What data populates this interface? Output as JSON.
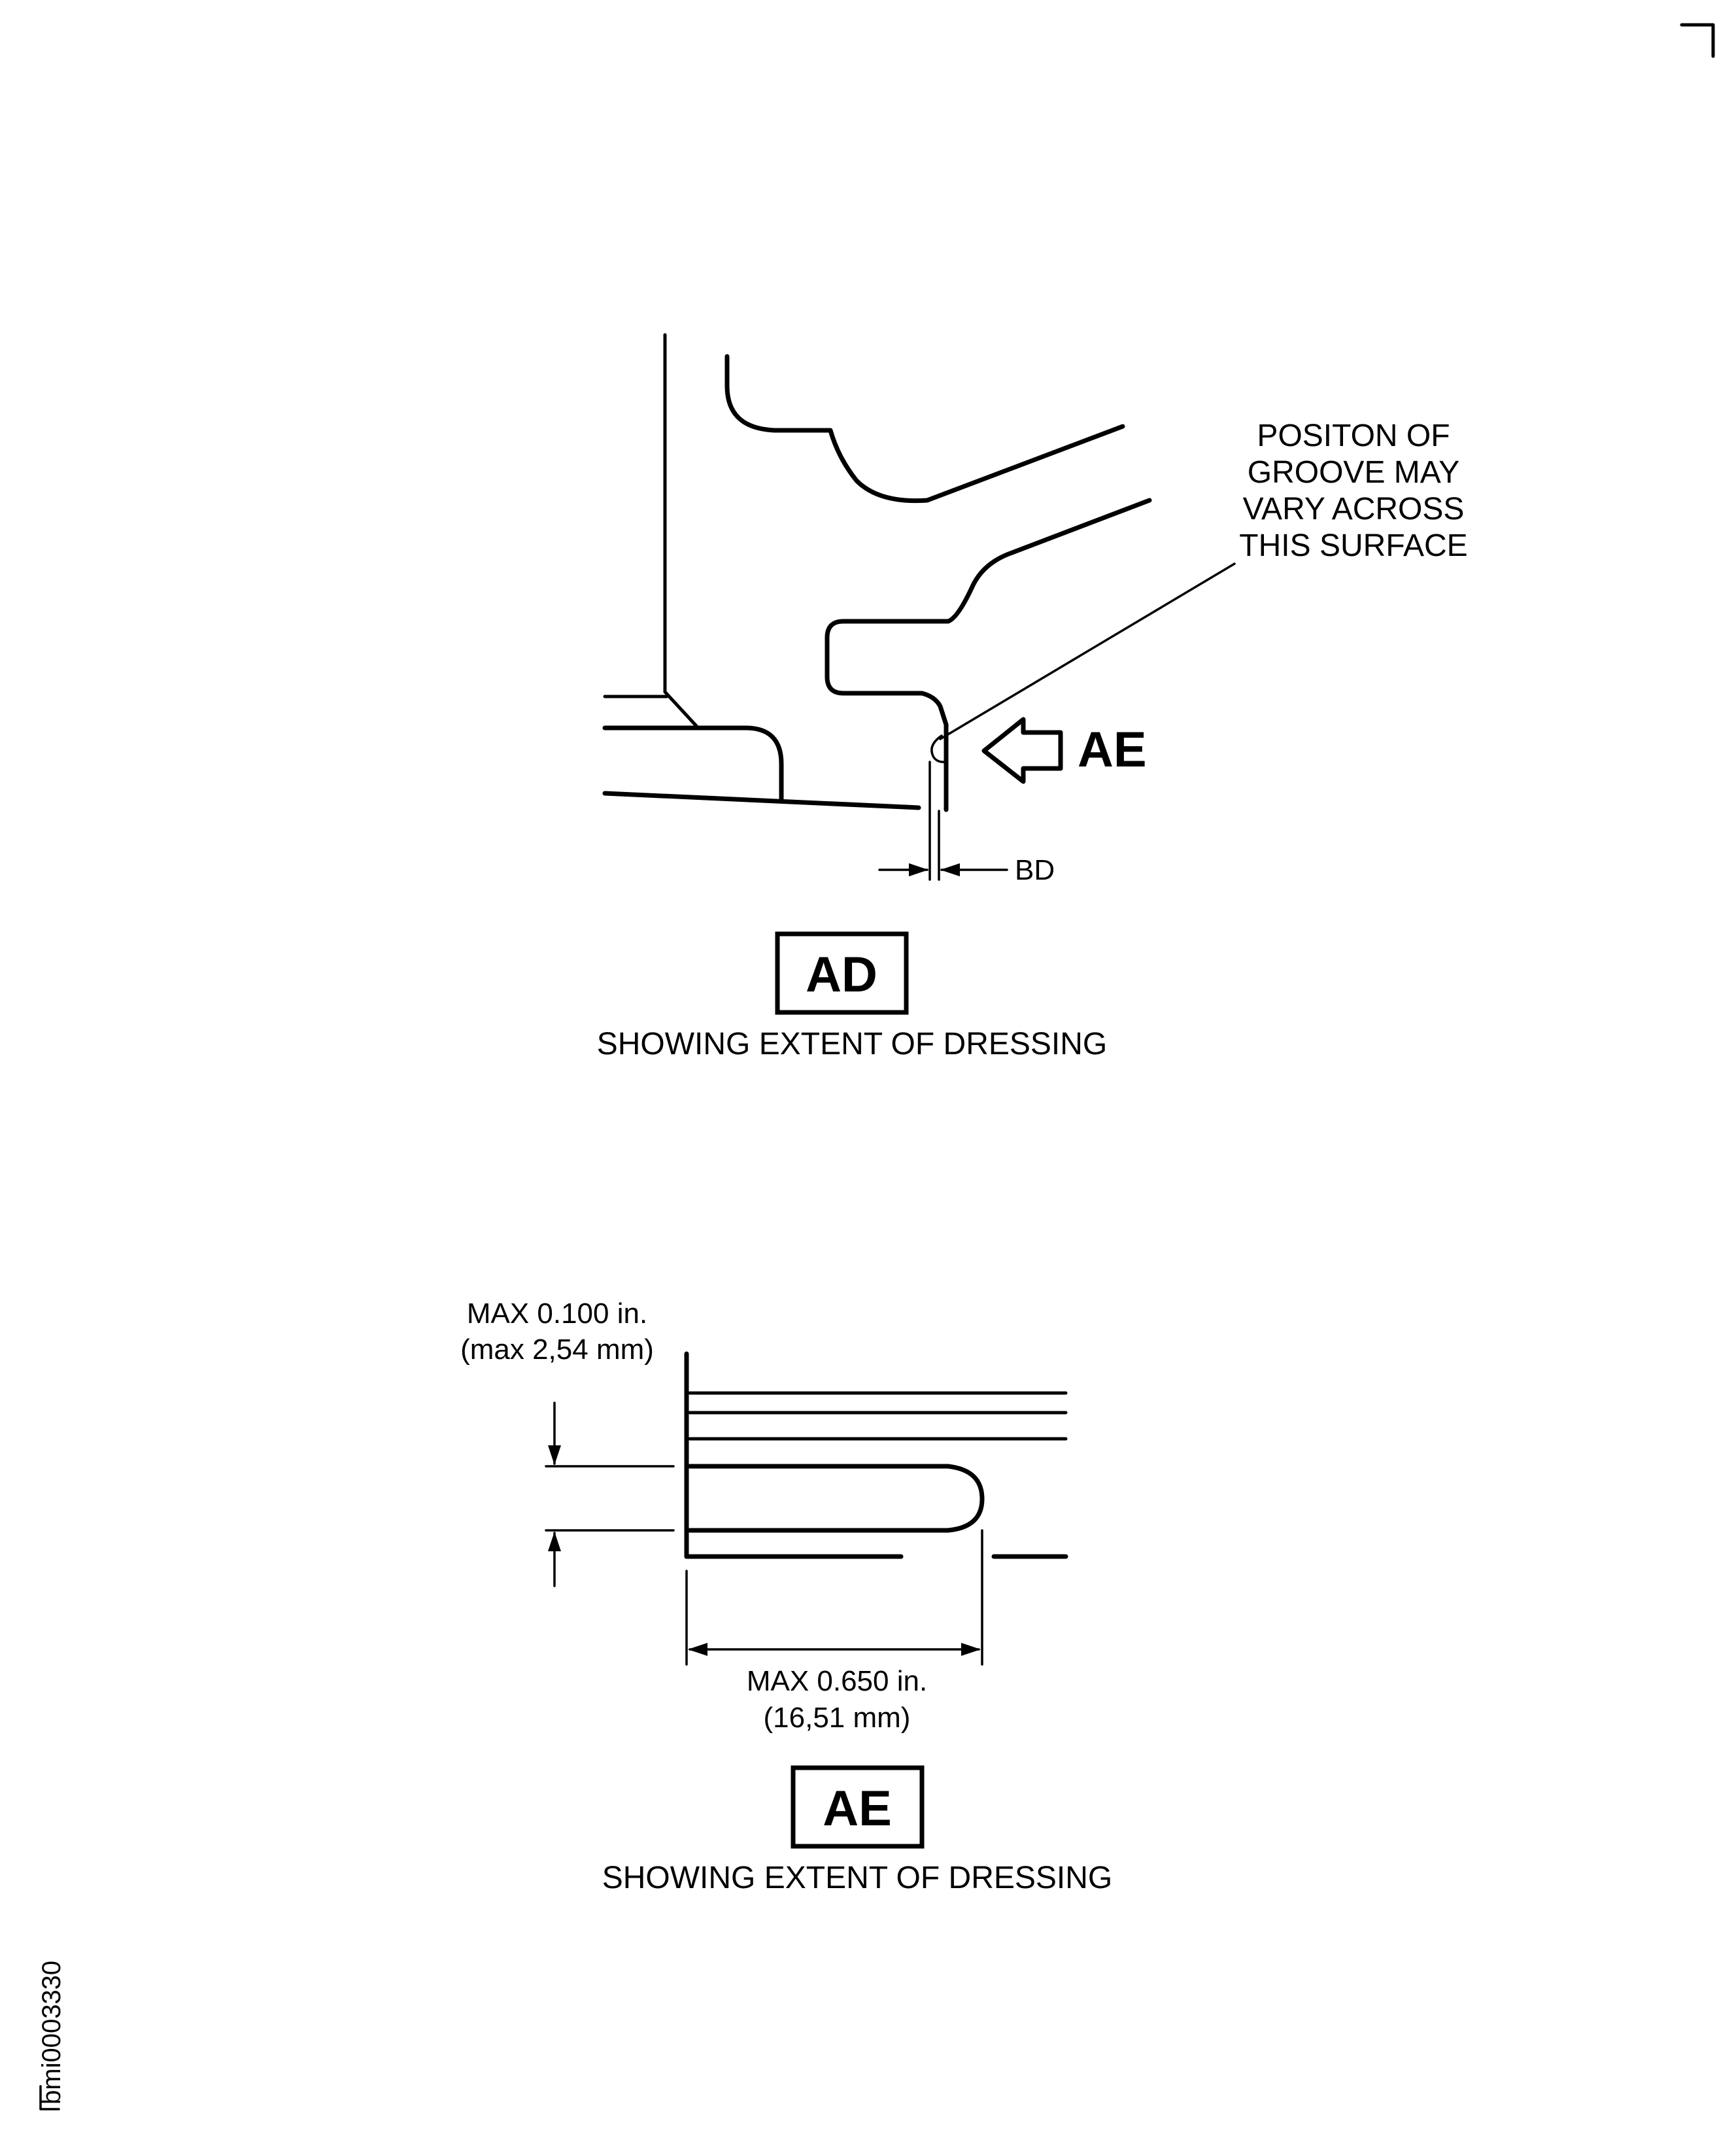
{
  "view_ad": {
    "callout": [
      "POSITON OF",
      "GROOVE MAY",
      "VARY ACROSS",
      "THIS SURFACE"
    ],
    "arrow_label": "AE",
    "dim_label": "BD",
    "view_id": "AD",
    "caption": "SHOWING EXTENT OF DRESSING"
  },
  "view_ae": {
    "depth_line1": "MAX 0.100 in.",
    "depth_line2": "(max 2,54 mm)",
    "length_line1": "MAX 0.650 in.",
    "length_line2": "(16,51 mm)",
    "view_id": "AE",
    "caption": "SHOWING EXTENT OF DRESSING"
  },
  "figure_id": "bmi0003330",
  "colors": {
    "ink": "#000000",
    "paper": "#ffffff"
  }
}
